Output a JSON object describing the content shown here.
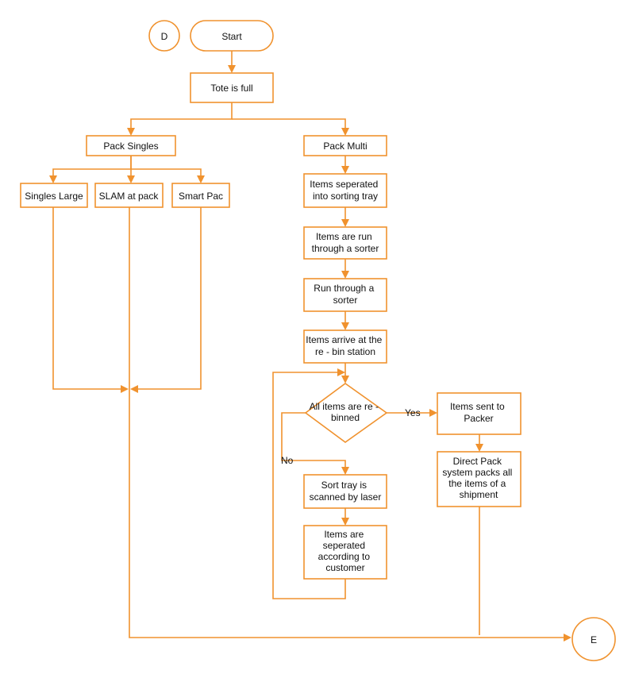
{
  "colors": {
    "stroke": "#f0922e",
    "text": "#111111",
    "background": "#ffffff"
  },
  "nodes": {
    "connector_d": "D",
    "start": "Start",
    "tote_full": "Tote is full",
    "pack_singles": "Pack Singles",
    "pack_multi": "Pack Multi",
    "singles_large": "Singles Large",
    "slam_at_pack": "SLAM at pack",
    "smart_pac": "Smart Pac",
    "sorting_tray": [
      "Items seperated",
      "into sorting tray"
    ],
    "run_sorter": [
      "Items are run",
      "through a sorter"
    ],
    "run_through_sorter": [
      "Run through a",
      "sorter"
    ],
    "rebin_station": [
      "Items arrive at the",
      "re - bin station"
    ],
    "decision_rebinned": [
      "All items are re -",
      "binned"
    ],
    "sent_to_packer": [
      "Items sent to",
      "Packer"
    ],
    "direct_pack": [
      "Direct Pack",
      "system packs all",
      "the items of a",
      "shipment"
    ],
    "laser_scan": [
      "Sort tray is",
      "scanned by laser"
    ],
    "separated_customer": [
      "Items are",
      "seperated",
      "according to",
      "customer"
    ],
    "connector_e": "E"
  },
  "edge_labels": {
    "yes": "Yes",
    "no": "No"
  }
}
